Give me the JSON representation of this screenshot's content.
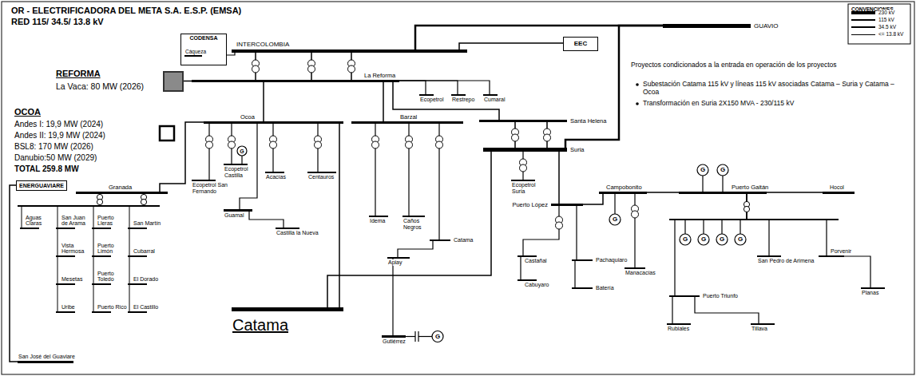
{
  "diagram": {
    "title": "OR - ELECTRIFICADORA DEL META S.A. E.S.P. (EMSA)",
    "nodes": [
      {
        "text": [
          "GUAVIO"
        ]
      },
      {
        "text": [
          "INTERCOLOMBIA"
        ]
      },
      {
        "text": [
          "CODENSA"
        ]
      },
      {
        "text": [
          "Cáqueza"
        ],
        "in": 2
      },
      {
        "text": [
          "La Reforma"
        ]
      },
      {
        "text": [
          "EEC"
        ]
      },
      {
        "text": [
          "Ecopetrol"
        ]
      },
      {
        "text": [
          "Restrepo"
        ]
      },
      {
        "text": [
          "Cumaral"
        ]
      },
      {
        "text": [
          "Ocoa"
        ]
      },
      {
        "text": [
          "Barzal"
        ]
      },
      {
        "text": [
          "Santa Helena"
        ]
      },
      {
        "text": [
          "Suria"
        ]
      },
      {
        "text": [
          "Ecopetrol San Fernando"
        ]
      },
      {
        "text": [
          "Ecopetrol Castilla"
        ]
      },
      {
        "text": [
          "Acacías"
        ]
      },
      {
        "text": [
          "Centauros"
        ]
      },
      {
        "text": [
          "Guamal"
        ]
      },
      {
        "text": [
          "Castilla la Nueva"
        ]
      },
      {
        "text": [
          "Idema"
        ]
      },
      {
        "text": [
          "Caños Negros"
        ]
      },
      {
        "text": [
          "Catama"
        ]
      },
      {
        "text": [
          "Apiay"
        ]
      },
      {
        "text": [
          "Gutiérrez"
        ]
      },
      {
        "text": [
          "Catama"
        ]
      },
      {
        "text": [
          "ENERGUAVIARE"
        ]
      },
      {
        "text": [
          "Granada"
        ]
      },
      {
        "text": [
          "Aguas Claras"
        ]
      },
      {
        "text": [
          "San Juan de Arama"
        ]
      },
      {
        "text": [
          "Puerto Lleras"
        ]
      },
      {
        "text": [
          "San Martín"
        ]
      },
      {
        "text": [
          "Vista Hermosa"
        ]
      },
      {
        "text": [
          "Puerto Limón"
        ]
      },
      {
        "text": [
          "Cubarral"
        ]
      },
      {
        "text": [
          "Mesetas"
        ]
      },
      {
        "text": [
          "Puerto Toledo"
        ]
      },
      {
        "text": [
          "El Dorado"
        ]
      },
      {
        "text": [
          "Uribe"
        ]
      },
      {
        "text": [
          "Puerto Rico"
        ]
      },
      {
        "text": [
          "El Castillo"
        ]
      },
      {
        "text": [
          "San José del Guaviare"
        ]
      },
      {
        "text": [
          "Ecopetrol Suria"
        ]
      },
      {
        "text": [
          "Puerto López"
        ]
      },
      {
        "text": [
          "Castañal"
        ]
      },
      {
        "text": [
          "Cabuyaro"
        ]
      },
      {
        "text": [
          "Pachaquiaro"
        ]
      },
      {
        "text": [
          "Batería"
        ]
      },
      {
        "text": [
          "Campobonito"
        ]
      },
      {
        "text": [
          "Manacacías"
        ]
      },
      {
        "text": [
          "Puerto Gaitán"
        ]
      },
      {
        "text": [
          "Hocol"
        ]
      },
      {
        "text": [
          "San Pedro de Arimena"
        ]
      },
      {
        "text": [
          "Porvenir"
        ]
      },
      {
        "text": [
          "Planas"
        ]
      },
      {
        "text": [
          "Puerto Triunfo"
        ]
      },
      {
        "text": [
          "Rubiales"
        ]
      },
      {
        "text": [
          "Tillava"
        ]
      }
    ],
    "edges": [
      {
        "from": 0,
        "to": 1,
        "arrow": "none"
      },
      {
        "from": 0,
        "to": 12,
        "arrow": "none"
      },
      {
        "from": 1,
        "to": 4,
        "arrow": "none"
      },
      {
        "from": 1,
        "to": 4,
        "arrow": "none"
      },
      {
        "from": 1,
        "to": 4,
        "arrow": "none"
      },
      {
        "from": 1,
        "to": 5,
        "arrow": "none"
      },
      {
        "from": 3,
        "to": 1,
        "arrow": "none"
      },
      {
        "from": 4,
        "to": 9,
        "arrow": "none"
      },
      {
        "from": 4,
        "to": 10,
        "arrow": "none"
      },
      {
        "from": 4,
        "to": 6,
        "arrow": "none"
      },
      {
        "from": 4,
        "to": 7,
        "arrow": "none"
      },
      {
        "from": 4,
        "to": 8,
        "arrow": "none"
      },
      {
        "from": 4,
        "to": 11,
        "arrow": "none"
      },
      {
        "from": 11,
        "to": 12,
        "arrow": "none"
      },
      {
        "from": 11,
        "to": 12,
        "arrow": "none"
      },
      {
        "from": 9,
        "to": 14,
        "arrow": "none"
      },
      {
        "from": 9,
        "to": 13,
        "arrow": "none"
      },
      {
        "from": 9,
        "to": 15,
        "arrow": "none"
      },
      {
        "from": 9,
        "to": 16,
        "arrow": "none"
      },
      {
        "from": 9,
        "to": 17,
        "arrow": "none"
      },
      {
        "from": 17,
        "to": 18,
        "arrow": "none"
      },
      {
        "from": 9,
        "to": 24,
        "arrow": "none"
      },
      {
        "from": 9,
        "to": 26,
        "arrow": "none"
      },
      {
        "from": 10,
        "to": 19,
        "arrow": "none"
      },
      {
        "from": 10,
        "to": 20,
        "arrow": "none"
      },
      {
        "from": 10,
        "to": 21,
        "arrow": "none"
      },
      {
        "from": 21,
        "to": 22,
        "arrow": "none"
      },
      {
        "from": 22,
        "to": 23,
        "arrow": "none"
      },
      {
        "from": 26,
        "to": 27,
        "arrow": "none"
      },
      {
        "from": 26,
        "to": 28,
        "arrow": "none"
      },
      {
        "from": 26,
        "to": 29,
        "arrow": "none"
      },
      {
        "from": 26,
        "to": 30,
        "arrow": "none"
      },
      {
        "from": 28,
        "to": 31,
        "arrow": "none"
      },
      {
        "from": 29,
        "to": 32,
        "arrow": "none"
      },
      {
        "from": 30,
        "to": 33,
        "arrow": "none"
      },
      {
        "from": 31,
        "to": 34,
        "arrow": "none"
      },
      {
        "from": 32,
        "to": 35,
        "arrow": "none"
      },
      {
        "from": 33,
        "to": 36,
        "arrow": "none"
      },
      {
        "from": 34,
        "to": 37,
        "arrow": "none"
      },
      {
        "from": 35,
        "to": 38,
        "arrow": "none"
      },
      {
        "from": 36,
        "to": 39,
        "arrow": "none"
      },
      {
        "from": 25,
        "to": 40,
        "arrow": "none"
      },
      {
        "from": 12,
        "to": 41,
        "arrow": "none"
      },
      {
        "from": 12,
        "to": 42,
        "arrow": "none"
      },
      {
        "from": 12,
        "to": 24,
        "arrow": "none"
      },
      {
        "from": 42,
        "to": 43,
        "arrow": "none"
      },
      {
        "from": 43,
        "to": 44,
        "arrow": "none"
      },
      {
        "from": 42,
        "to": 45,
        "arrow": "none"
      },
      {
        "from": 45,
        "to": 46,
        "arrow": "none"
      },
      {
        "from": 42,
        "to": 47,
        "arrow": "none"
      },
      {
        "from": 47,
        "to": 48,
        "arrow": "none"
      },
      {
        "from": 47,
        "to": 49,
        "arrow": "none"
      },
      {
        "from": 49,
        "to": 50,
        "arrow": "none"
      },
      {
        "from": 49,
        "to": 51,
        "arrow": "none"
      },
      {
        "from": 49,
        "to": 52,
        "arrow": "none"
      },
      {
        "from": 52,
        "to": 53,
        "arrow": "none"
      },
      {
        "from": 49,
        "to": 54,
        "arrow": "none"
      },
      {
        "from": 54,
        "to": 55,
        "arrow": "none"
      },
      {
        "from": 54,
        "to": 56,
        "arrow": "none"
      }
    ],
    "labels": [
      "RED 115/ 34.5/ 13.8 kV",
      "CONVENCIONES",
      "REFORMA",
      "La Vaca: 80 MW (2026)",
      "OCOA",
      "Andes I: 19,9 MW (2024)",
      "Andes II: 19,9 MW (2024)",
      "BSL8: 170 MW (2026)",
      "Danubio:50 MW (2029)",
      "TOTAL 259.8 MW",
      "Proyectos condicionados a la entrada en operación de los proyectos",
      "Subestación Catama 115 kV y líneas 115 kV asociadas Catama – Suria y Catama – Ocoa",
      "Transformación en Suria 2X150 MVA - 230/115 kV",
      "G",
      "G",
      "G",
      "G",
      "G",
      "G",
      "G",
      "G",
      "G"
    ],
    "legend": [
      {
        "text": "230 kV"
      },
      {
        "text": "115 kV"
      },
      {
        "text": "34.5 kV"
      },
      {
        "text": "<= 13.8 kV"
      }
    ]
  }
}
